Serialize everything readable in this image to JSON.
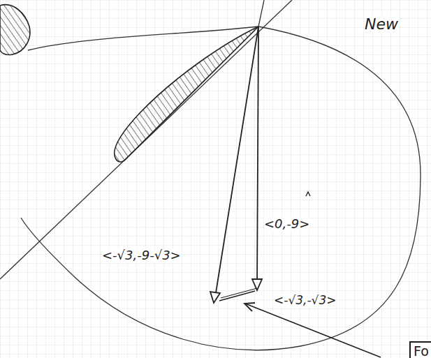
{
  "diagram": {
    "nodes": [
      {
        "text": [
          "Fo"
        ]
      }
    ],
    "labels": [
      "New",
      "<-√3,-9-√3>",
      "<0,-9>",
      "<-√3,-√3>"
    ]
  }
}
